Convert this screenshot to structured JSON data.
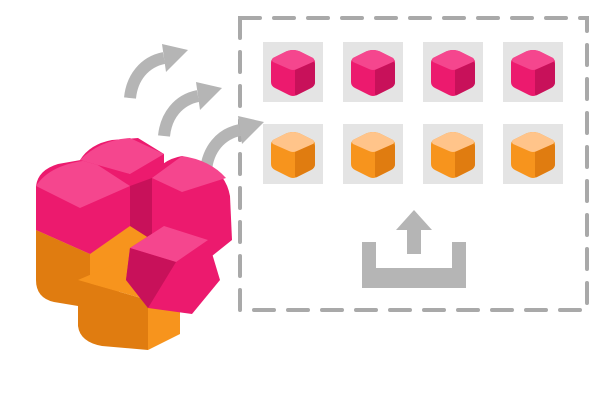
{
  "colors": {
    "pink": "#ec1a6e",
    "pink_light": "#f5468e",
    "pink_dark": "#c8115a",
    "orange": "#f7941d",
    "orange_light": "#ffc48a",
    "orange_dark": "#e07c10",
    "tile_bg": "#e4e4e4",
    "gray": "#b5b5b5",
    "dash": "#a9a9a9"
  },
  "icons": {
    "cluster": "box-cluster-icon",
    "arrows": "upload-arrow-icon",
    "export": "tray-upload-icon",
    "pink_item": "pink-cube-icon",
    "orange_item": "orange-cube-icon"
  },
  "grid": {
    "rows": [
      {
        "kind": "pink",
        "count": 4
      },
      {
        "kind": "orange",
        "count": 4
      }
    ]
  }
}
